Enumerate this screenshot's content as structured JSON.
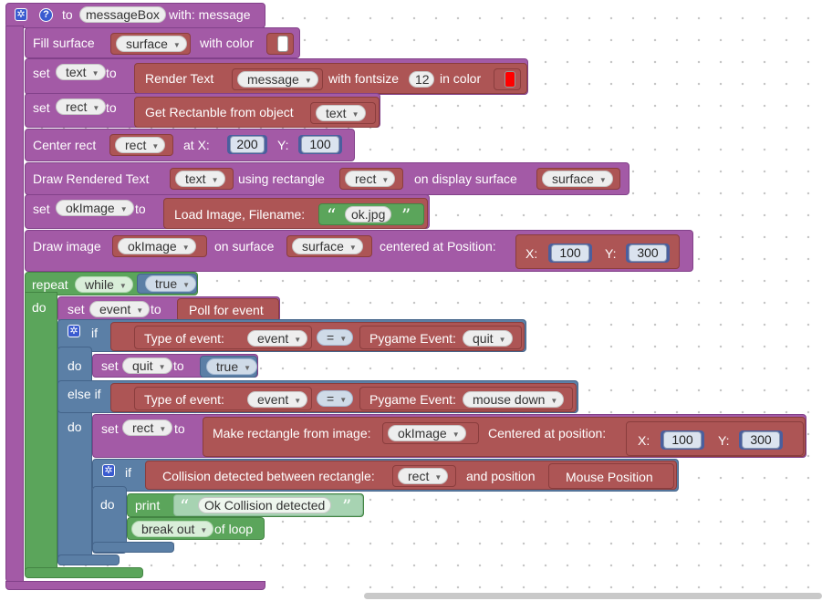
{
  "colors": {
    "purple": "#a35aa6",
    "red": "#ad5555",
    "blue": "#5b7fa6",
    "green": "#5ba55b",
    "string": "#a7d3b2",
    "swatch_white": "#ffffff",
    "swatch_red": "#ff0000"
  },
  "proc": {
    "to": "to",
    "name": "messageBox",
    "with": "with: message"
  },
  "fill": {
    "label": "Fill surface",
    "var": "surface",
    "with_color": "with color"
  },
  "set_text": {
    "set": "set",
    "var": "text",
    "to": "to",
    "render": "Render Text",
    "msg": "message",
    "fontsize_label": "with fontsize",
    "fontsize": "12",
    "in_color": "in color"
  },
  "set_rect": {
    "set": "set",
    "var": "rect",
    "to": "to",
    "get": "Get Rectanble from object",
    "obj": "text"
  },
  "center": {
    "label": "Center rect",
    "var": "rect",
    "atx": "at X:",
    "x": "200",
    "y_label": "Y:",
    "y": "100"
  },
  "draw_text": {
    "label": "Draw Rendered Text",
    "var": "text",
    "using": "using rectangle",
    "rect": "rect",
    "on": "on display surface",
    "surface": "surface"
  },
  "set_ok": {
    "set": "set",
    "var": "okImage",
    "to": "to",
    "load": "Load Image, Filename:",
    "file": "ok.jpg"
  },
  "draw_img": {
    "label": "Draw image",
    "var": "okImage",
    "on": "on surface",
    "surface": "surface",
    "centered": "centered at Position:",
    "x_label": "X:",
    "x": "100",
    "y_label": "Y:",
    "y": "300"
  },
  "repeat": {
    "label": "repeat",
    "mode": "while",
    "cond": "true",
    "do": "do"
  },
  "set_event": {
    "set": "set",
    "var": "event",
    "to": "to",
    "poll": "Poll for event"
  },
  "ifblk": {
    "if": "if",
    "do": "do",
    "elseif": "else if"
  },
  "cond1": {
    "type": "Type of event:",
    "var": "event",
    "op": "=",
    "pg": "Pygame Event:",
    "ev": "quit"
  },
  "set_quit": {
    "set": "set",
    "var": "quit",
    "to": "to",
    "val": "true"
  },
  "cond2": {
    "type": "Type of event:",
    "var": "event",
    "op": "=",
    "pg": "Pygame Event:",
    "ev": "mouse down"
  },
  "set_rect2": {
    "set": "set",
    "var": "rect",
    "to": "to",
    "make": "Make rectangle from image:",
    "img": "okImage",
    "centered": "Centered at position:",
    "x_label": "X:",
    "x": "100",
    "y_label": "Y:",
    "y": "300"
  },
  "inner_if": {
    "if": "if",
    "do": "do",
    "collision": "Collision detected between rectangle:",
    "rect": "rect",
    "and_pos": "and position",
    "mouse": "Mouse Position"
  },
  "print": {
    "label": "print",
    "text": "Ok Collision detected"
  },
  "break": {
    "mode": "break out",
    "of": "of loop"
  }
}
